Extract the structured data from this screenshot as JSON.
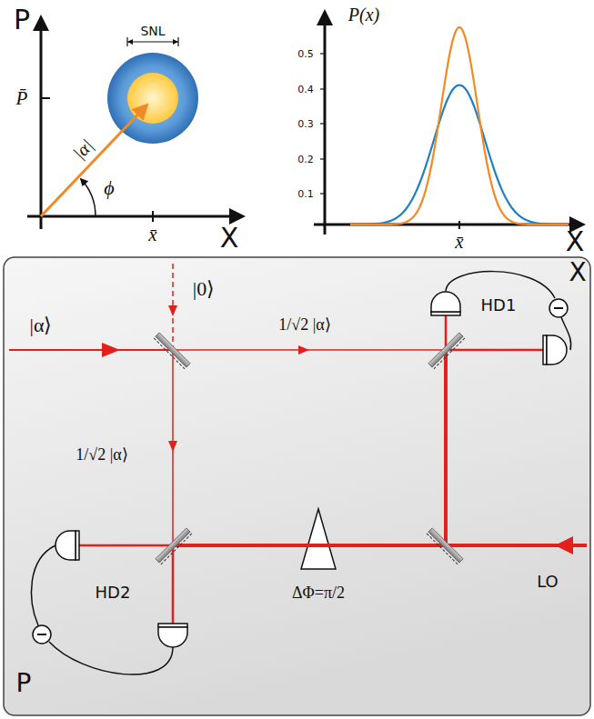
{
  "diagram": {
    "labels": [
      "P",
      "P̄",
      "SNL",
      "|α|",
      "ϕ",
      "x̄",
      "X",
      "P(x)",
      "0.5",
      "0.4",
      "0.3",
      "0.2",
      "0.1",
      "x̄",
      "X",
      "|α⟩",
      "|0⟩",
      "1/√2 |α⟩",
      "1/√2 |α⟩",
      "HD1",
      "X",
      "HD2",
      "P",
      "LO",
      "ΔΦ=π/2"
    ]
  }
}
